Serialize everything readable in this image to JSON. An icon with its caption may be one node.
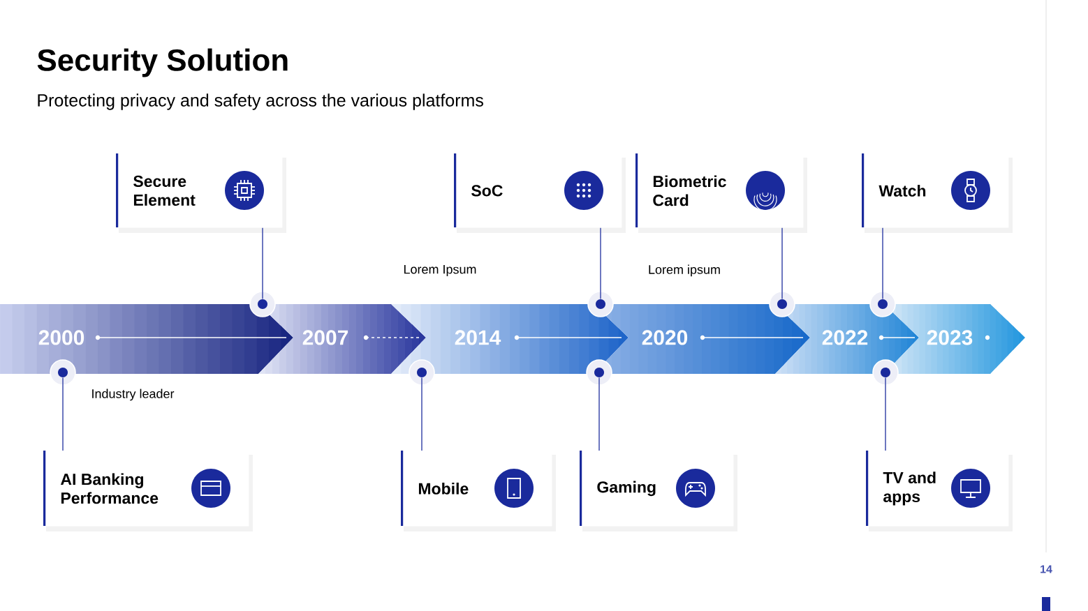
{
  "diagram": {
    "title": "Security Solution",
    "nodes": [
      {
        "text": [
          "Secure Element"
        ]
      },
      {
        "text": [
          "SoC"
        ]
      },
      {
        "text": [
          "Biometric Card"
        ]
      },
      {
        "text": [
          "Watch"
        ]
      },
      {
        "text": [
          "2000"
        ]
      },
      {
        "text": [
          "2007"
        ]
      },
      {
        "text": [
          "2014"
        ]
      },
      {
        "text": [
          "2020"
        ]
      },
      {
        "text": [
          "2022"
        ]
      },
      {
        "text": [
          "2023"
        ]
      },
      {
        "text": [
          "AI Banking Performance"
        ]
      },
      {
        "text": [
          "Mobile"
        ]
      },
      {
        "text": [
          "Gaming"
        ]
      },
      {
        "text": [
          "TV and apps"
        ]
      },
      {
        "text": [],
        "shape": "circle"
      },
      {
        "text": [],
        "shape": "circle"
      },
      {
        "text": [],
        "shape": "circle"
      },
      {
        "text": [],
        "shape": "circle"
      },
      {
        "text": [],
        "shape": "circle"
      },
      {
        "text": [],
        "shape": "circle"
      },
      {
        "text": [],
        "shape": "circle"
      },
      {
        "text": [],
        "shape": "circle"
      }
    ],
    "edges": [
      {
        "from": 0,
        "to": 14,
        "arrow": "none"
      },
      {
        "from": 1,
        "to": 15,
        "arrow": "none"
      },
      {
        "from": 2,
        "to": 16,
        "arrow": "none"
      },
      {
        "from": 3,
        "to": 17,
        "arrow": "none"
      },
      {
        "from": 10,
        "to": 18,
        "arrow": "none"
      },
      {
        "from": 11,
        "to": 19,
        "arrow": "none"
      },
      {
        "from": 12,
        "to": 20,
        "arrow": "none"
      },
      {
        "from": 13,
        "to": 21,
        "arrow": "none"
      }
    ],
    "labels": [
      "Protecting privacy and safety across the various platforms",
      "Lorem Ipsum",
      "Lorem ipsum",
      "Industry leader",
      "14"
    ]
  }
}
